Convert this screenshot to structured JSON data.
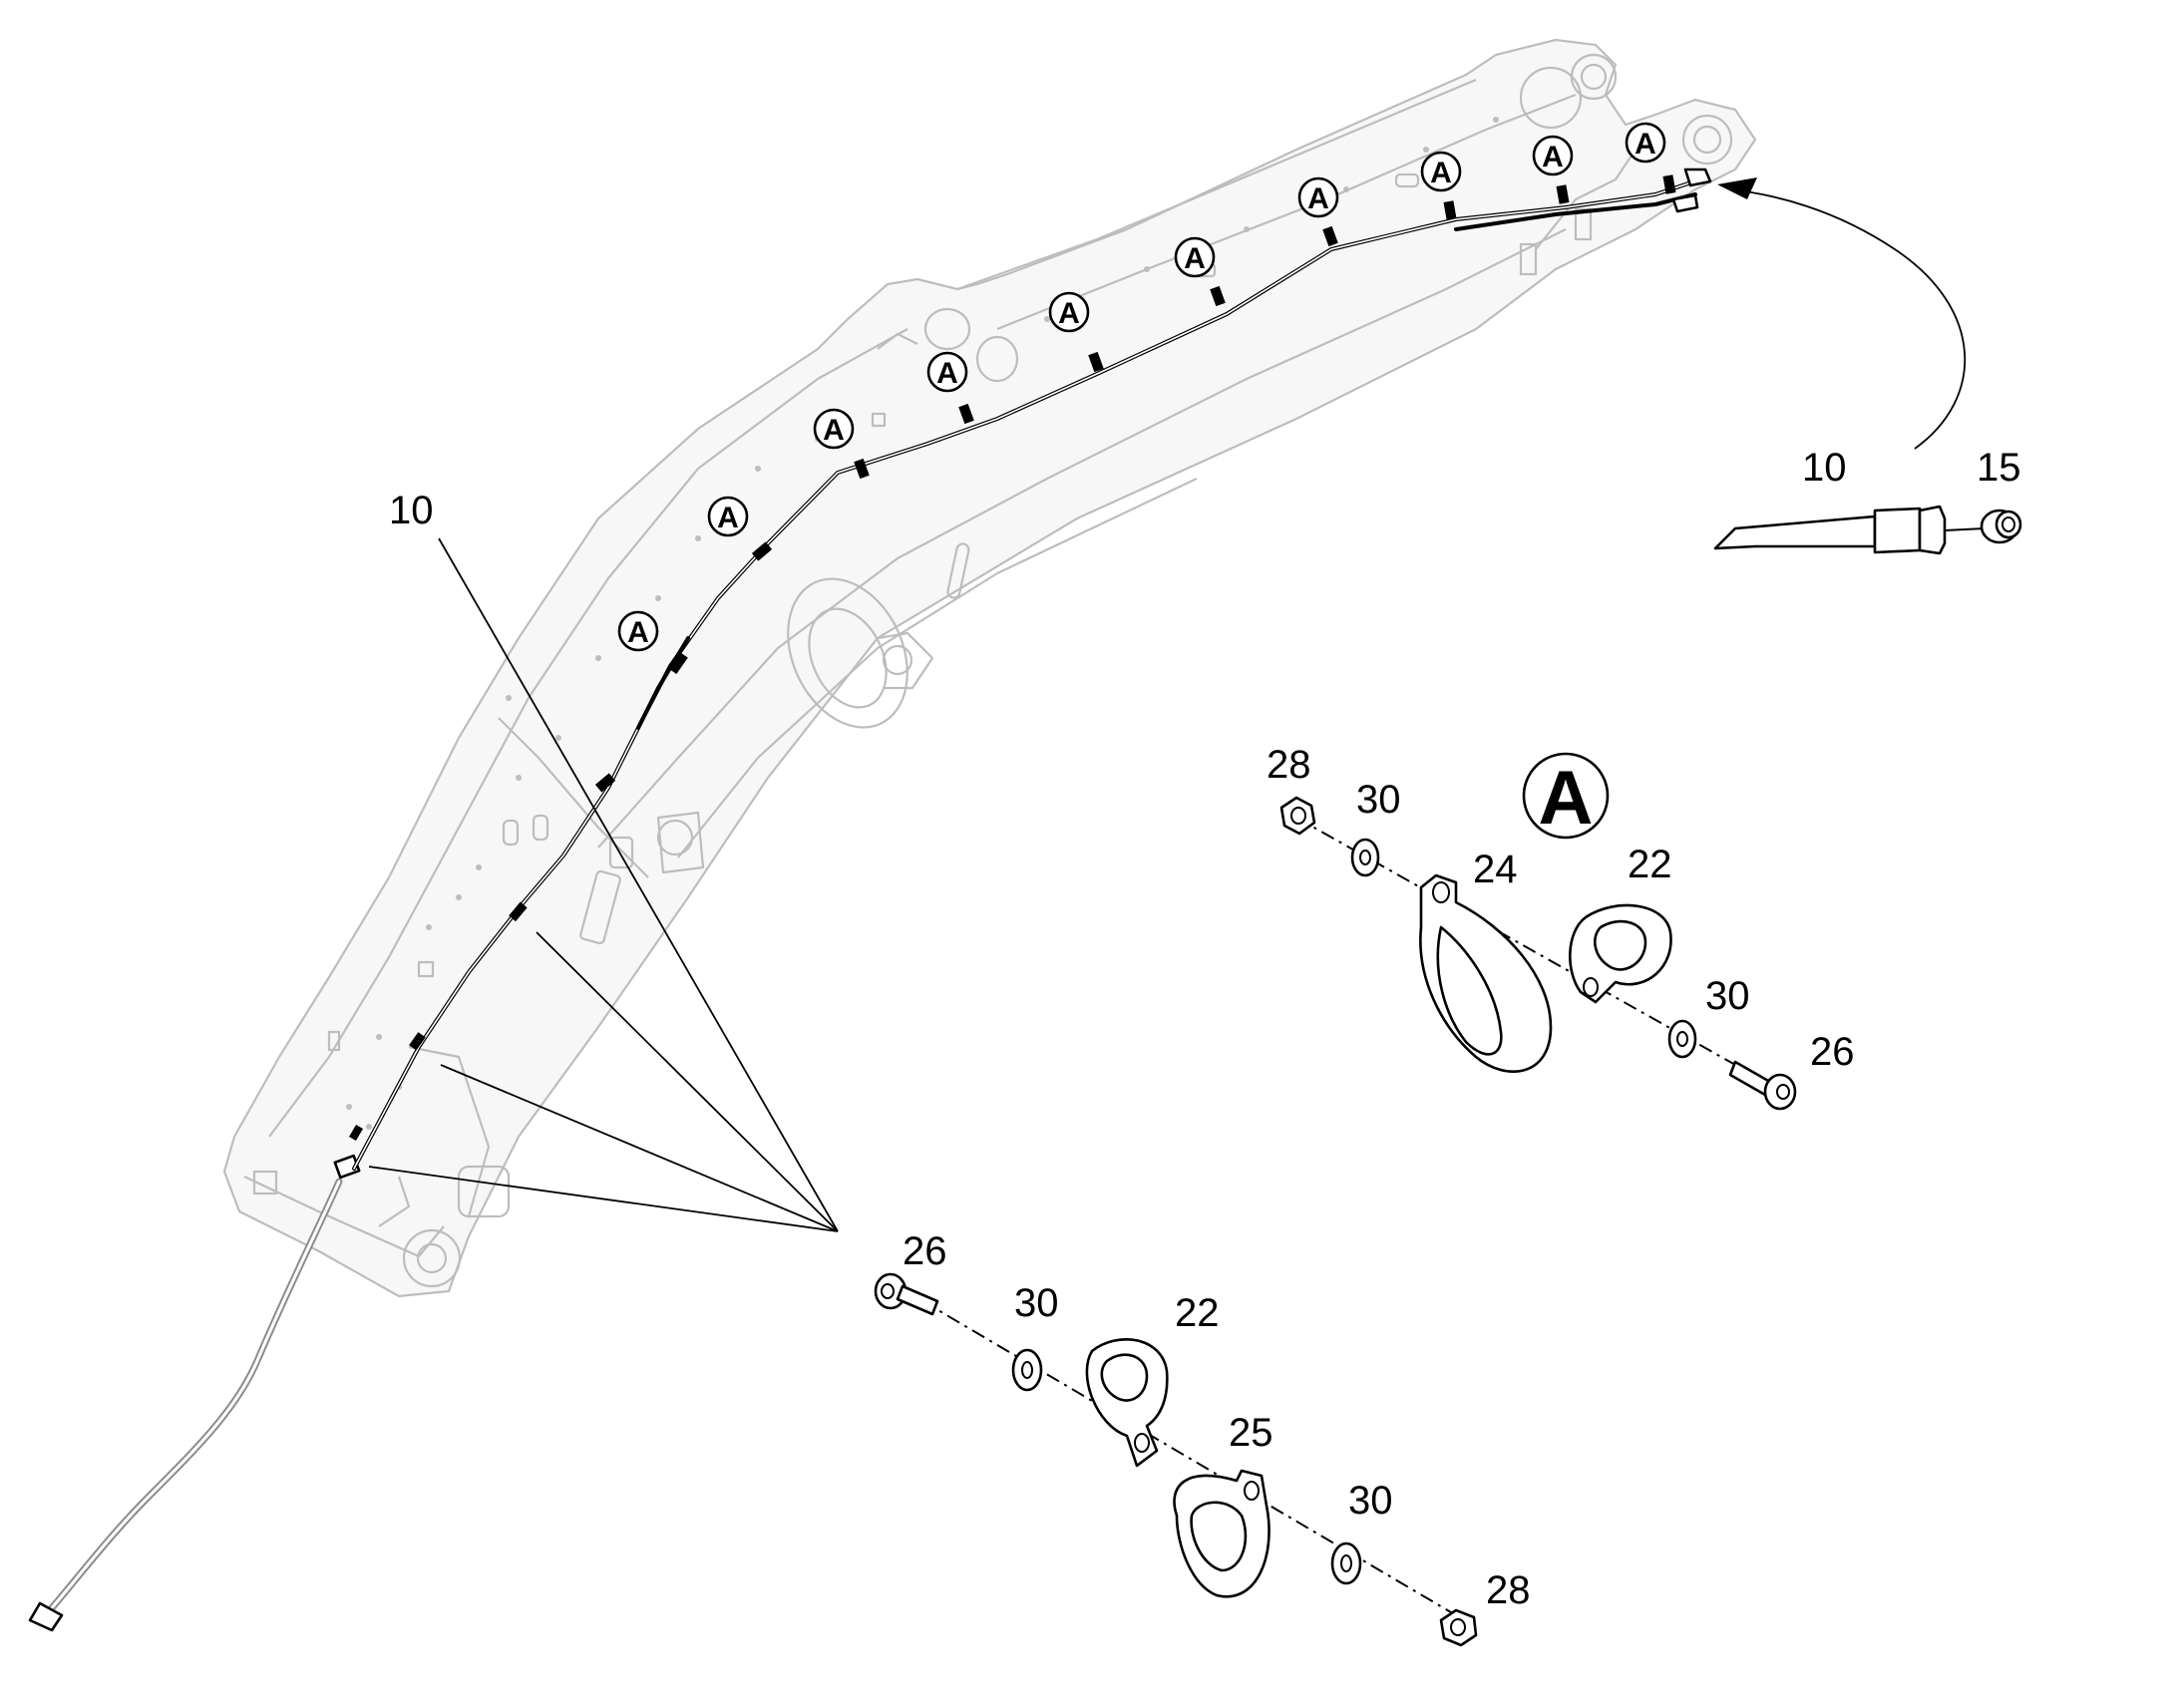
{
  "diagram": {
    "detail_marker": "A",
    "callouts": {
      "hose_main": "10",
      "hose_detail": "10",
      "cap_detail": "15",
      "det_a_nut": "28",
      "det_a_washer_1": "30",
      "det_a_clamp_large": "24",
      "det_a_clamp_small": "22",
      "det_a_washer_2": "30",
      "det_a_bolt": "26",
      "det_b_bolt": "26",
      "det_b_washer_1": "30",
      "det_b_clamp_small": "22",
      "det_b_clamp_large": "25",
      "det_b_washer_2": "30",
      "det_b_nut": "28"
    }
  }
}
